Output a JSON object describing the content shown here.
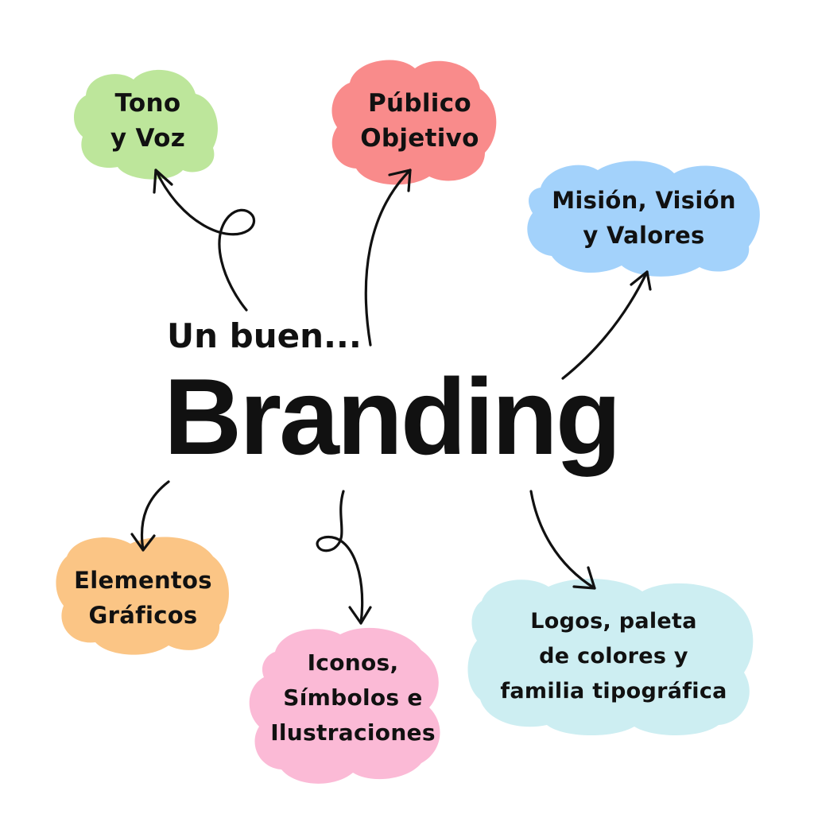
{
  "intro": "Un buen...",
  "title": "Branding",
  "nodes": [
    {
      "id": "tono",
      "lines": [
        "Tono",
        "y Voz"
      ],
      "color": "#bde69b"
    },
    {
      "id": "publico",
      "lines": [
        "Público",
        "Objetivo"
      ],
      "color": "#f98b8b"
    },
    {
      "id": "mision",
      "lines": [
        "Misión, Visión",
        "y Valores"
      ],
      "color": "#a3d2fb"
    },
    {
      "id": "elementos",
      "lines": [
        "Elementos",
        "Gráficos"
      ],
      "color": "#fbc585"
    },
    {
      "id": "iconos",
      "lines": [
        "Iconos,",
        "Símbolos e",
        "Ilustraciones"
      ],
      "color": "#fbbad6"
    },
    {
      "id": "logos",
      "lines": [
        "Logos, paleta",
        "de colores y",
        "familia tipográfica"
      ],
      "color": "#cdeef2"
    }
  ]
}
